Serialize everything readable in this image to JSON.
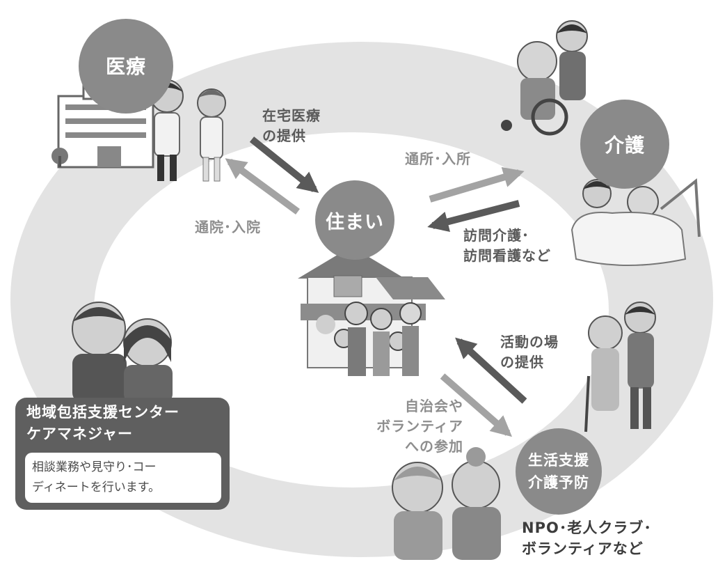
{
  "nodes": {
    "medical": "医療",
    "care": "介護",
    "home": "住まい",
    "support": "生活支援\n介護予防"
  },
  "flows": {
    "home_medical": "在宅医療\nの提供",
    "hospital_visit": "通院･入院",
    "day_service": "通所･入所",
    "visit_care": "訪問介護･\n訪問看護など",
    "activity_place": "活動の場\nの提供",
    "participation": "自治会や\nボランティア\nへの参加"
  },
  "center": {
    "title": "地域包括支援センター\nケアマネジャー",
    "description": "相談業務や見守り･コー\nディネートを行います。"
  },
  "support_providers": "NPO･老人クラブ･\nボランティアなど"
}
